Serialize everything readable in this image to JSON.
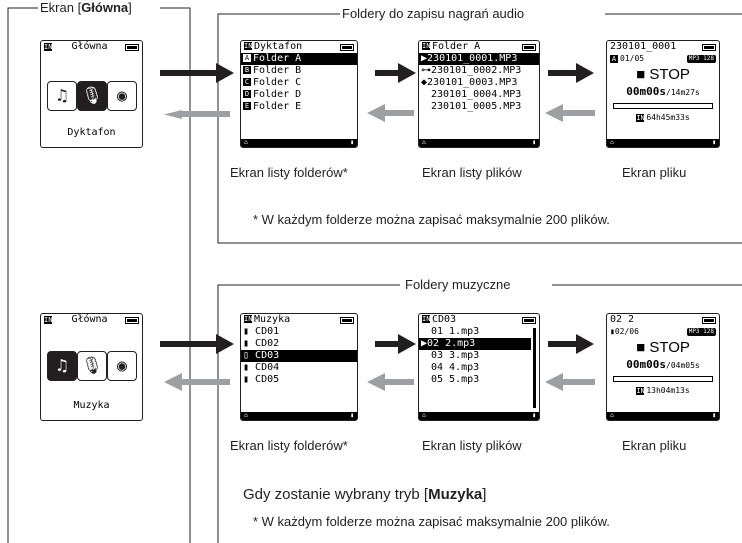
{
  "colors": {
    "black_arrow": "#231f20",
    "gray_arrow": "#9d9fa2",
    "frame": "#231f20"
  },
  "home_frame": {
    "title_prefix": "Ekran [",
    "title_bold": "Główna",
    "title_suffix": "]"
  },
  "rec_section": {
    "title": "Foldery do zapisu nagrań audio",
    "note": "* W każdym folderze można zapisać maksymalnie 200 plików.",
    "home_screen": {
      "title": "Główna",
      "label": "Dyktafon",
      "icons": [
        "music-note-icon",
        "microphone-icon",
        "podcast-icon"
      ],
      "active": 1
    },
    "folder_screen": {
      "title": "Dyktafon",
      "items": [
        "Folder A",
        "Folder B",
        "Folder C",
        "Folder D",
        "Folder E"
      ],
      "letters": [
        "A",
        "B",
        "C",
        "D",
        "E"
      ],
      "selected": 0
    },
    "file_screen": {
      "title": "Folder A",
      "items": [
        "230101_0001.MP3",
        "230101_0002.MP3",
        "230101_0003.MP3",
        "230101_0004.MP3",
        "230101_0005.MP3"
      ],
      "selected": 0
    },
    "play_screen": {
      "title": "230101_0001",
      "counter": "01/05",
      "format": "MP3 128",
      "state": "STOP",
      "time_main": "00m00s",
      "time_total": "/14m27s",
      "remain": "64h45m33s"
    },
    "captions": [
      "Ekran listy folderów*",
      "Ekran listy plików",
      "Ekran pliku"
    ]
  },
  "music_section": {
    "title": "Foldery muzyczne",
    "mode_prefix": "Gdy zostanie wybrany tryb [",
    "mode_bold": "Muzyka",
    "mode_suffix": "]",
    "note": "* W każdym folderze można zapisać maksymalnie 200 plików.",
    "home_screen": {
      "title": "Główna",
      "label": "Muzyka",
      "icons": [
        "music-note-icon",
        "microphone-icon",
        "podcast-icon"
      ],
      "active": 0
    },
    "folder_screen": {
      "title": "Muzyka",
      "items": [
        "CD01",
        "CD02",
        "CD03",
        "CD04",
        "CD05"
      ],
      "selected": 2
    },
    "file_screen": {
      "title": "CD03",
      "items": [
        "01 1.mp3",
        "02 2.mp3",
        "03 3.mp3",
        "04 4.mp3",
        "05 5.mp3"
      ],
      "selected": 1
    },
    "play_screen": {
      "title": "02 2",
      "counter": "02/06",
      "format": "MP3 128",
      "state": "STOP",
      "time_main": "00m00s",
      "time_total": "/04m05s",
      "remain": "13h04m13s"
    },
    "captions": [
      "Ekran listy folderów*",
      "Ekran listy plików",
      "Ekran pliku"
    ]
  }
}
